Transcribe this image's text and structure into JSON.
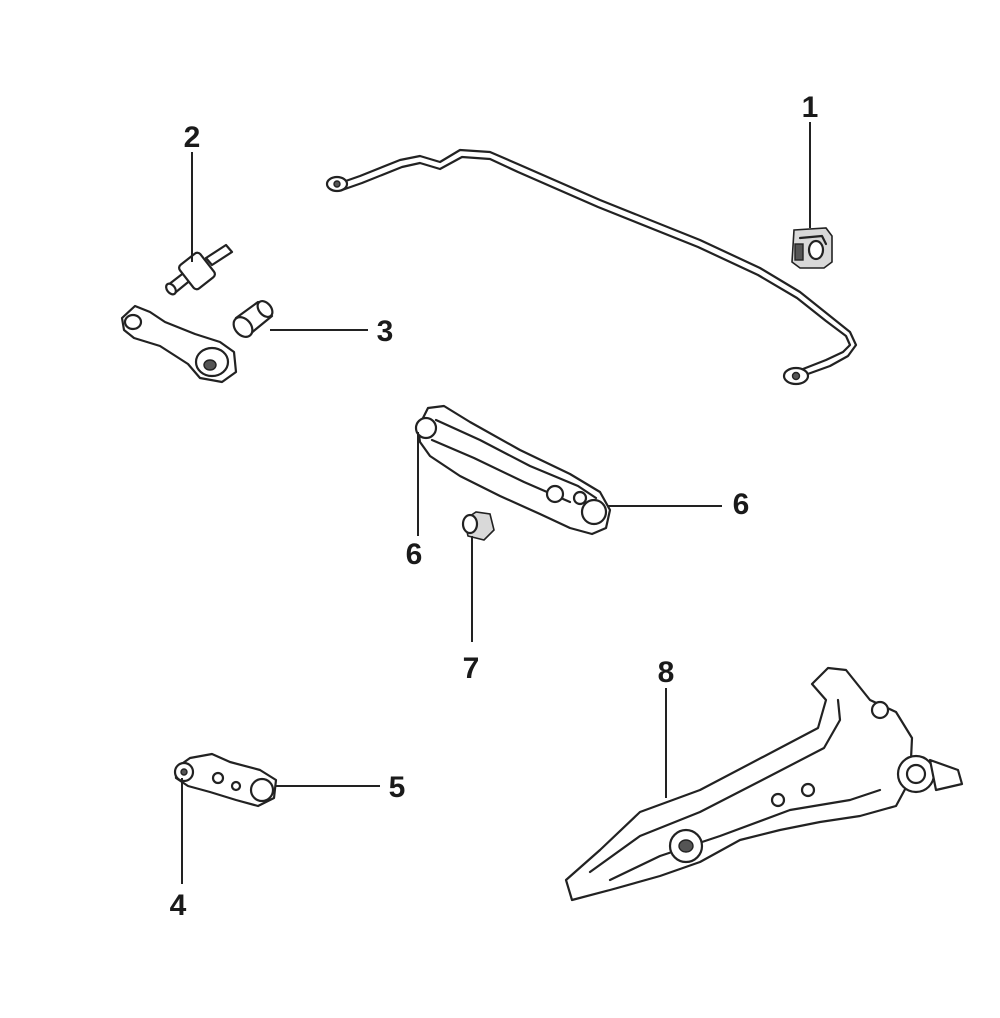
{
  "callouts": [
    {
      "id": "1",
      "label": "1"
    },
    {
      "id": "2",
      "label": "2"
    },
    {
      "id": "3",
      "label": "3"
    },
    {
      "id": "4",
      "label": "4"
    },
    {
      "id": "5",
      "label": "5"
    },
    {
      "id": "6a",
      "label": "6"
    },
    {
      "id": "6b",
      "label": "6"
    },
    {
      "id": "7",
      "label": "7"
    },
    {
      "id": "8",
      "label": "8"
    }
  ]
}
